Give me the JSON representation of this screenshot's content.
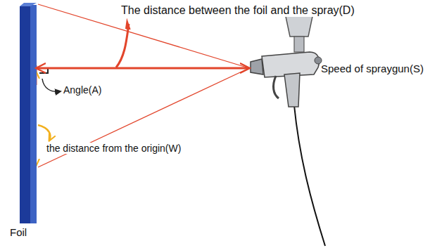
{
  "diagram": {
    "nodes": [
      {
        "text": [
          "Foil"
        ]
      },
      {
        "text": [
          "Speed of spraygun(S)"
        ]
      }
    ],
    "edges": [
      {
        "from": 0,
        "to": 1,
        "arrow": "both"
      }
    ],
    "labels": [
      "The distance between the foil and the spray(D)",
      "Angle(A)",
      "the distance from the origin(W)"
    ]
  }
}
